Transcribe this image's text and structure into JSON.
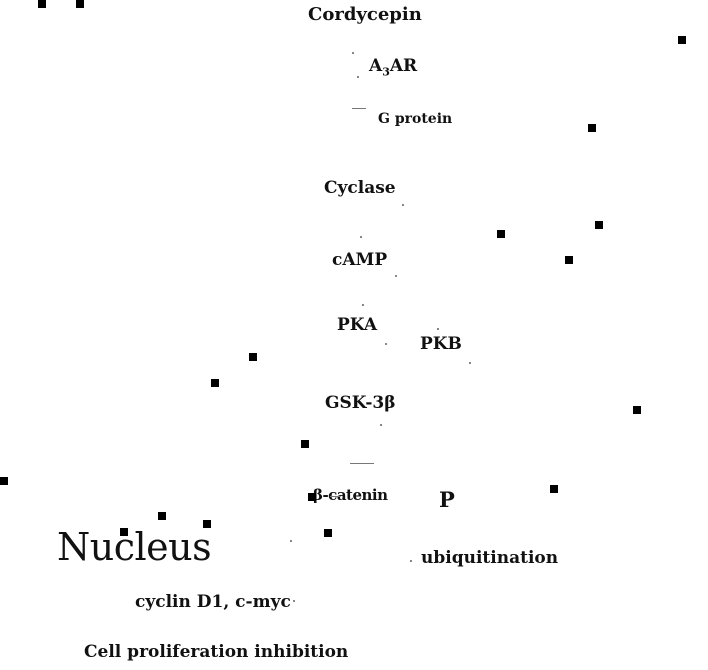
{
  "pathway": {
    "cordycepin": "Cordycepin",
    "receptor_main": "A",
    "receptor_sub": "3",
    "receptor_end": "AR",
    "g_protein": "G protein",
    "cyclase": "Cyclase",
    "camp": "cAMP",
    "pka": "PKA",
    "pkb": "PKB",
    "gsk": "GSK-3β",
    "beta_catenin": "β-catenin",
    "phospho": "P",
    "ubiquitination": "ubiquitination",
    "nucleus": "Nucleus",
    "targets": "cyclin D1, c-myc",
    "outcome": "Cell proliferation inhibition"
  },
  "colors": {
    "text": "#111111",
    "marker": "#000000",
    "faint_line": "#777777"
  }
}
